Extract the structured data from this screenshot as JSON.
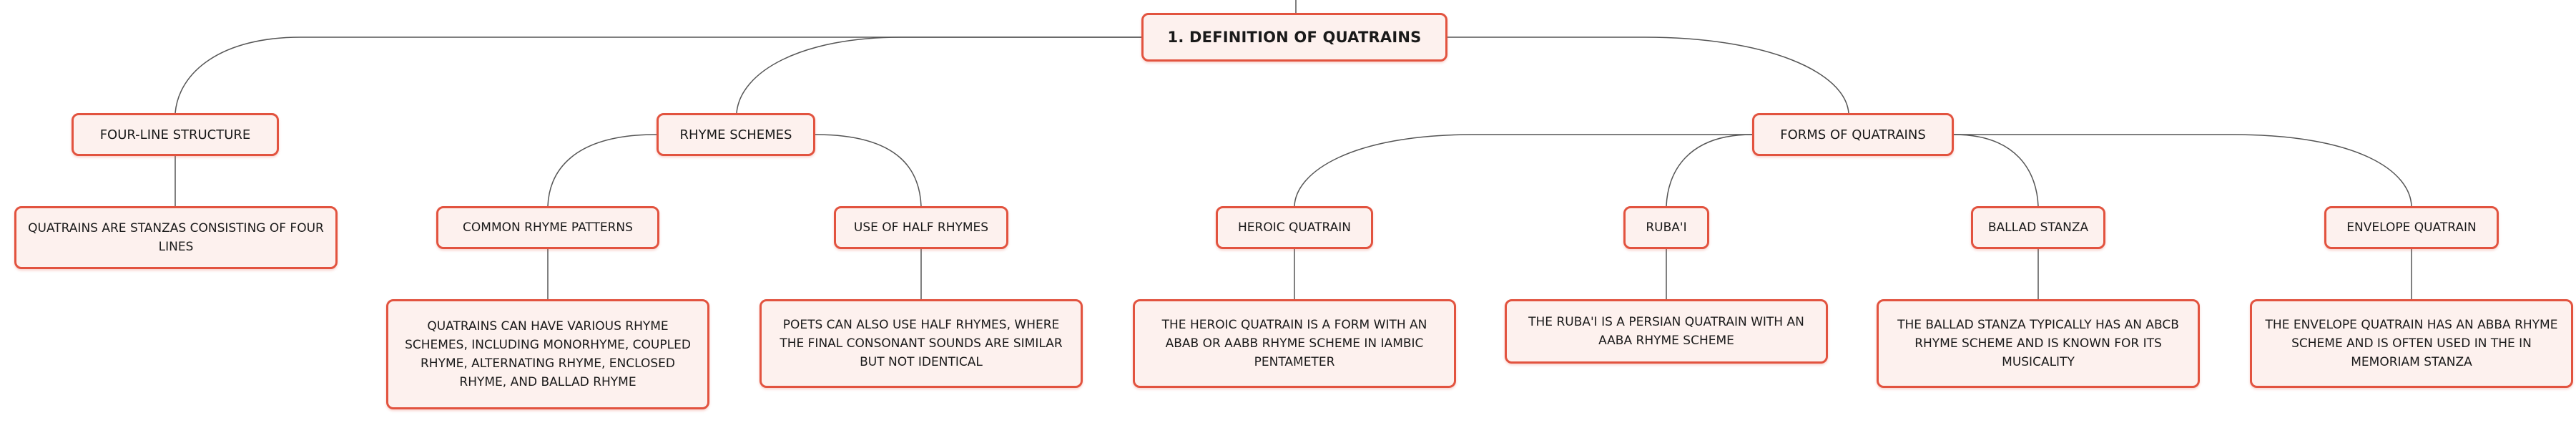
{
  "mindmap": {
    "root": {
      "label": "1. DEFINITION OF QUATRAINS"
    },
    "branches": [
      {
        "label": "FOUR-LINE STRUCTURE",
        "children": [
          {
            "label": "QUATRAINS ARE STANZAS CONSISTING OF FOUR LINES"
          }
        ]
      },
      {
        "label": "RHYME SCHEMES",
        "children": [
          {
            "label": "COMMON RHYME PATTERNS",
            "children": [
              {
                "label": "QUATRAINS CAN HAVE VARIOUS RHYME SCHEMES, INCLUDING MONORHYME, COUPLED RHYME, ALTERNATING RHYME, ENCLOSED RHYME, AND BALLAD RHYME"
              }
            ]
          },
          {
            "label": "USE OF HALF RHYMES",
            "children": [
              {
                "label": "POETS CAN ALSO USE HALF RHYMES, WHERE THE FINAL CONSONANT SOUNDS ARE SIMILAR BUT NOT IDENTICAL"
              }
            ]
          }
        ]
      },
      {
        "label": "FORMS OF QUATRAINS",
        "children": [
          {
            "label": "HEROIC QUATRAIN",
            "children": [
              {
                "label": "THE HEROIC QUATRAIN IS A FORM WITH AN ABAB OR AABB RHYME SCHEME IN IAMBIC PENTAMETER"
              }
            ]
          },
          {
            "label": "RUBA'I",
            "children": [
              {
                "label": "THE RUBA'I IS A PERSIAN QUATRAIN WITH AN AABA RHYME SCHEME"
              }
            ]
          },
          {
            "label": "BALLAD STANZA",
            "children": [
              {
                "label": "THE BALLAD STANZA TYPICALLY HAS AN ABCB RHYME SCHEME AND IS KNOWN FOR ITS MUSICALITY"
              }
            ]
          },
          {
            "label": "ENVELOPE QUATRAIN",
            "children": [
              {
                "label": "THE ENVELOPE QUATRAIN HAS AN ABBA RHYME SCHEME AND IS OFTEN USED IN THE IN MEMORIAM STANZA"
              }
            ]
          }
        ]
      }
    ]
  },
  "colors": {
    "node_border": "#e2533f",
    "node_fill": "#fdf1ee",
    "connector": "#555555"
  }
}
